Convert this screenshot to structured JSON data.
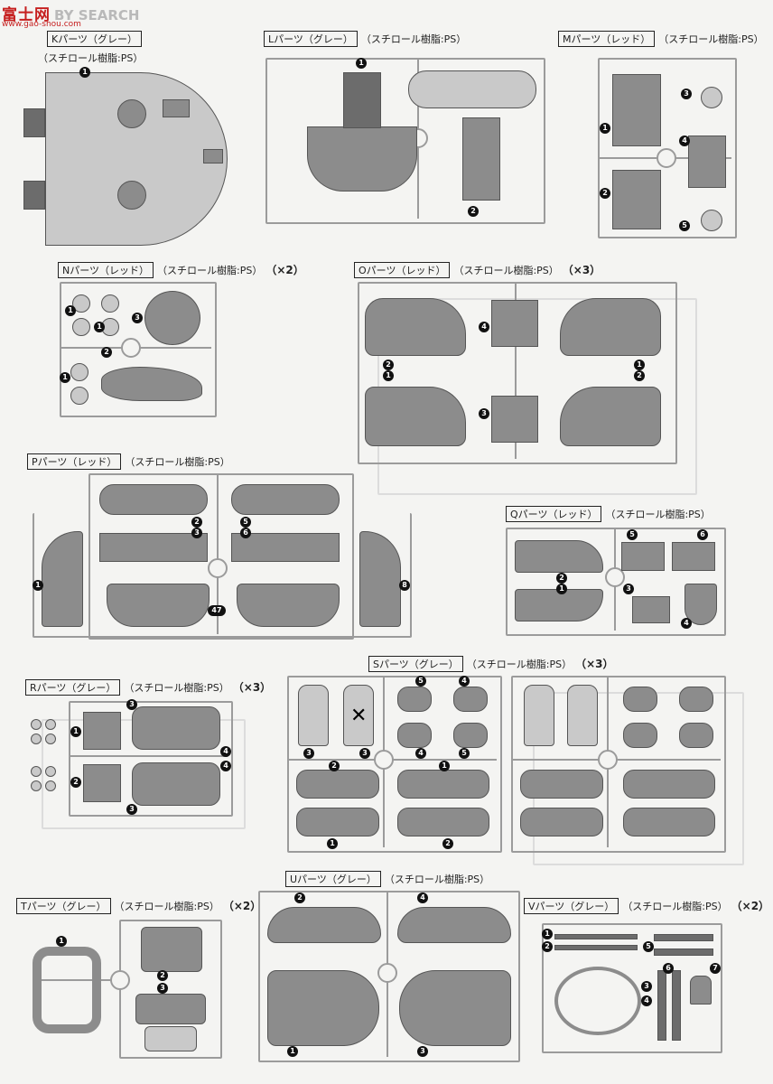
{
  "watermark": {
    "logo": "富士网",
    "brand": "BY SEARCH",
    "url": "www.gao-shou.com"
  },
  "material_text": "（スチロール樹脂:PS）",
  "sections": {
    "K": {
      "tag": "Kパーツ（グレー）",
      "qty": "",
      "numbers": [
        "1"
      ]
    },
    "L": {
      "tag": "Lパーツ（グレー）",
      "qty": "",
      "numbers": [
        "1",
        "2"
      ]
    },
    "M": {
      "tag": "Mパーツ（レッド）",
      "qty": "",
      "numbers": [
        "1",
        "2",
        "3",
        "4",
        "5"
      ]
    },
    "N": {
      "tag": "Nパーツ（レッド）",
      "qty": "（×2）",
      "numbers": [
        "1",
        "1",
        "1",
        "2",
        "3"
      ]
    },
    "O": {
      "tag": "Oパーツ（レッド）",
      "qty": "（×3）",
      "numbers": [
        "4",
        "2",
        "1",
        "1",
        "2",
        "3"
      ]
    },
    "P": {
      "tag": "Pパーツ（レッド）",
      "qty": "",
      "numbers": [
        "1",
        "2",
        "3",
        "5",
        "6",
        "47",
        "8"
      ]
    },
    "Q": {
      "tag": "Qパーツ（レッド）",
      "qty": "",
      "numbers": [
        "5",
        "6",
        "2",
        "1",
        "3",
        "4"
      ]
    },
    "R": {
      "tag": "Rパーツ（グレー）",
      "qty": "（×3）",
      "numbers": [
        "1",
        "2",
        "3",
        "4",
        "3",
        "4"
      ]
    },
    "S": {
      "tag": "Sパーツ（グレー）",
      "qty": "（×3）",
      "numbers": [
        "5",
        "4",
        "3",
        "3",
        "4",
        "5",
        "2",
        "1",
        "1",
        "2"
      ]
    },
    "T": {
      "tag": "Tパーツ（グレー）",
      "qty": "（×2）",
      "numbers": [
        "1",
        "2",
        "3"
      ]
    },
    "U": {
      "tag": "Uパーツ（グレー）",
      "qty": "",
      "numbers": [
        "2",
        "4",
        "1",
        "3"
      ]
    },
    "V": {
      "tag": "Vパーツ（グレー）",
      "qty": "（×2）",
      "numbers": [
        "1",
        "2",
        "5",
        "3",
        "4",
        "6",
        "7"
      ]
    }
  },
  "xmark": "✕"
}
